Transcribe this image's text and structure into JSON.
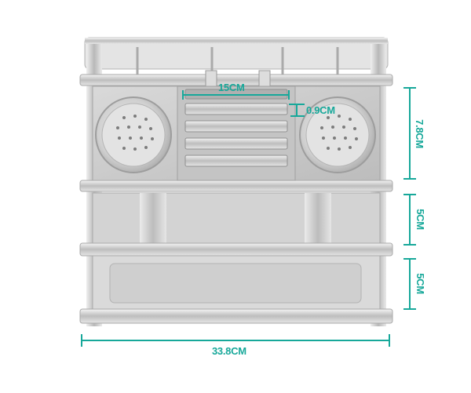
{
  "product": {
    "name": "",
    "accent_color": "#17a89a",
    "metal_color": "#c9c9c9"
  },
  "dimensions": {
    "top_inner_width": "15CM",
    "slot_gap": "0.9CM",
    "upper_tier_height": "7.8CM",
    "middle_tier_height": "5CM",
    "lower_tier_height": "5CM",
    "total_width": "33.8CM"
  }
}
